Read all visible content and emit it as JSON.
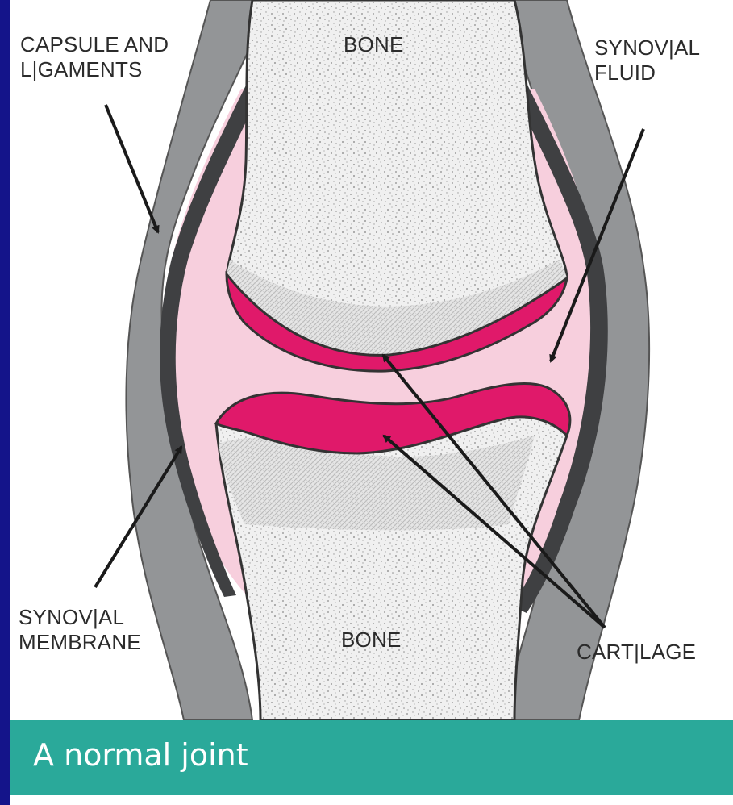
{
  "labels": {
    "capsule_and_ligaments": [
      "CAPSULE AND",
      "L|GAMENTS"
    ],
    "bone_top": "BONE",
    "synovial_fluid": [
      "SYNOV|AL",
      "FLUID"
    ],
    "synovial_membrane": [
      "SYNOV|AL",
      "MEMBRANE"
    ],
    "bone_bottom": "BONE",
    "cartilage": "CART|LAGE"
  },
  "caption": "A normal joint",
  "colors": {
    "background": "#0a0a6e",
    "capsule": "#939597",
    "membrane": "#3f4042",
    "synovial_fluid": "#f7cfdd",
    "cartilage": "#e0196a",
    "bone": "#efefef",
    "caption_band": "#2aa99a"
  }
}
